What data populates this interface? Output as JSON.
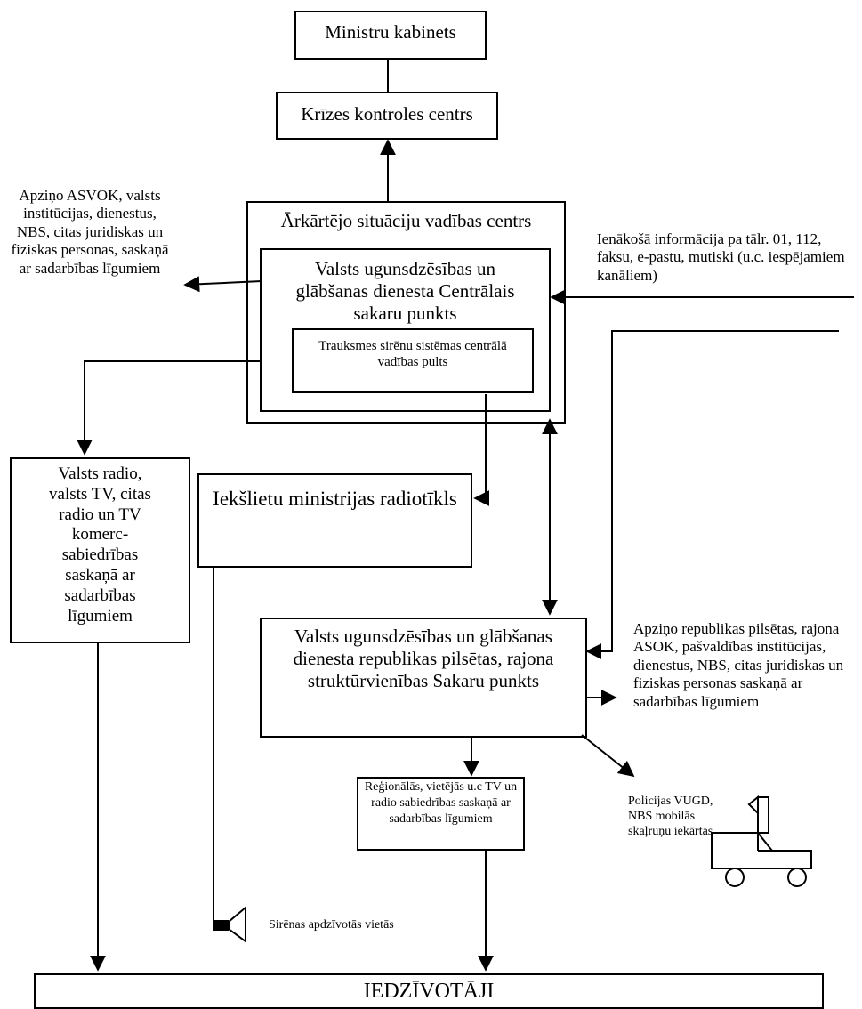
{
  "nodes": {
    "ministry_cabinet": "Ministru kabinets",
    "crisis_center": "Krīzes kontroles centrs",
    "emergency_center": "Ārkārtējo situāciju vadības centrs",
    "central_comm_point": "Valsts ugunsdzēsības un glābšanas dienesta Centrālais sakaru punkts",
    "siren_console": "Trauksmes sirēnu sistēmas centrālā vadības pults",
    "state_media": "Valsts radio, valsts TV, citas radio un TV komerc-sabiedrības saskaņā ar sadarbības līgumiem",
    "interior_radio": "Iekšlietu ministrijas radiotīkls",
    "regional_comm_point": "Valsts ugunsdzēsības un glābšanas dienesta republikas pilsētas, rajona struktūrvienības Sakaru punkts",
    "regional_media": "Reģionālās, vietējās u.c TV un radio sabiedrības saskaņā ar sadarbības līgumiem",
    "population": "IEDZĪVOTĀJI"
  },
  "annotations": {
    "notify_national": "Apziņo ASVOK, valsts institūcijas, dienestus, NBS, citas juridiskas un fiziskas personas, saskaņā ar sadarbības līgumiem",
    "incoming_info": "Ienākošā informācija pa tālr. 01, 112, faksu, e-pastu, mutiski (u.c. iespējamiem kanāliem)",
    "notify_regional": "Apziņo republikas pilsētas, rajona ASOK, pašvaldības institūcijas, dienestus, NBS, citas juridiskas un fiziskas personas saskaņā ar sadarbības līgumiem",
    "police_units": "Policijas VUGD, NBS mobilās skaļruņu iekārtas",
    "sirens": "Sirēnas apdzīvotās vietās"
  }
}
